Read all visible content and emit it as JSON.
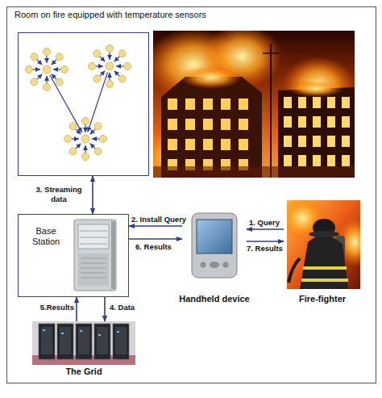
{
  "diagram": {
    "nodes": [
      {
        "text": [
          "Room on fire equipped with temperature sensors"
        ]
      },
      {
        "text": [
          "Base Station"
        ]
      },
      {
        "text": [
          "Handheld device"
        ]
      },
      {
        "text": [
          "Fire-fighter"
        ]
      },
      {
        "text": [
          "The Grid"
        ]
      }
    ],
    "edges": [
      {
        "from": 0,
        "to": 1,
        "label": "3. Streaming data",
        "arrow": "both"
      },
      {
        "from": 2,
        "to": 1,
        "label": "2. Install Query",
        "arrow": "to"
      },
      {
        "from": 1,
        "to": 2,
        "label": "6. Results",
        "arrow": "to"
      },
      {
        "from": 3,
        "to": 2,
        "label": "1. Query",
        "arrow": "to"
      },
      {
        "from": 2,
        "to": 3,
        "label": "7. Results",
        "arrow": "to"
      },
      {
        "from": 1,
        "to": 4,
        "label": "4. Data",
        "arrow": "to"
      },
      {
        "from": 4,
        "to": 1,
        "label": "5.Results",
        "arrow": "to"
      }
    ]
  }
}
